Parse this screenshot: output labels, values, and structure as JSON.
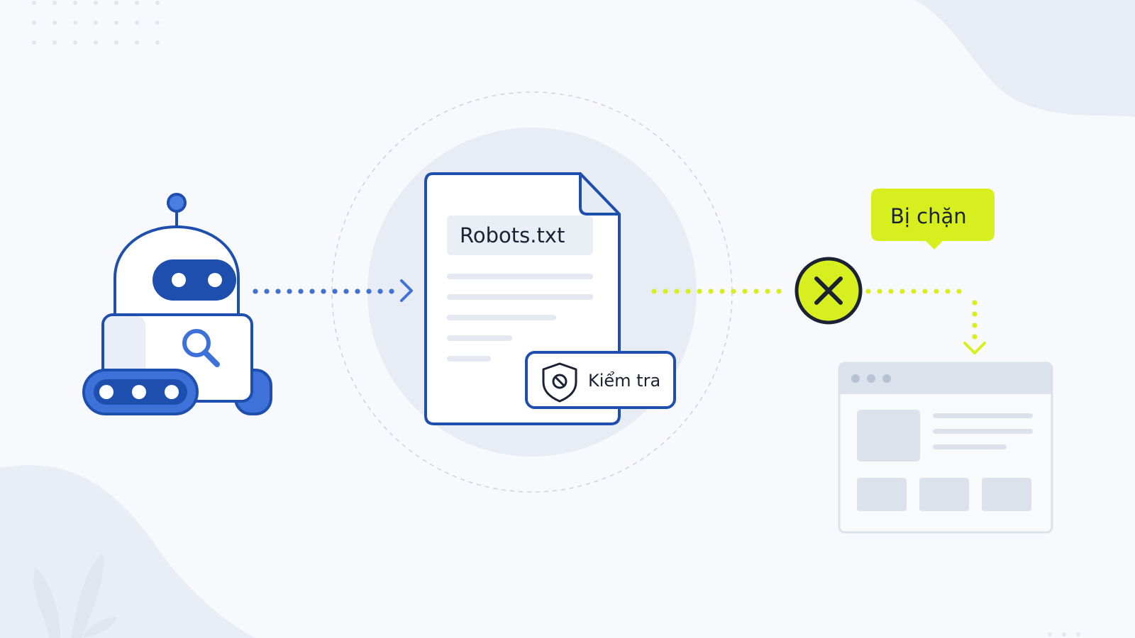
{
  "document": {
    "title": "Robots.txt"
  },
  "check_badge": {
    "label": "Kiểm tra",
    "icon": "shield-block-icon"
  },
  "blocked_bubble": {
    "label": "Bị chặn"
  },
  "blocked_marker": {
    "icon": "x-circle-icon"
  },
  "colors": {
    "primary": "#1f4fae",
    "primary_light": "#3f72d8",
    "accent": "#d8ef1f",
    "ink": "#1a2233",
    "muted": "#cfd7e4"
  }
}
